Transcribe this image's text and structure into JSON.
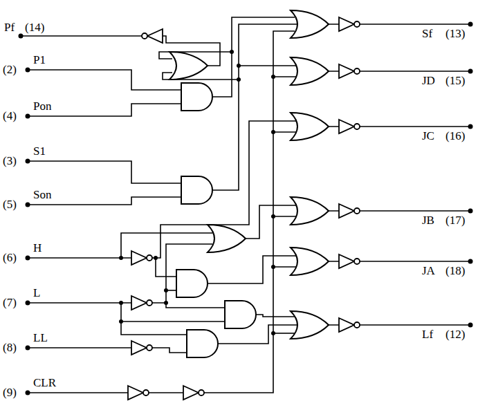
{
  "diagram": {
    "labels": [
      "Pf",
      "(14)",
      "(2)",
      "P1",
      "(4)",
      "Pon",
      "(3)",
      "S1",
      "(5)",
      "Son",
      "(6)",
      "H",
      "(7)",
      "L",
      "(8)",
      "LL",
      "(9)",
      "CLR",
      "Sf",
      "(13)",
      "JD",
      "(15)",
      "JC",
      "(16)",
      "JB",
      "(17)",
      "JA",
      "(18)",
      "Lf",
      "(12)"
    ]
  }
}
